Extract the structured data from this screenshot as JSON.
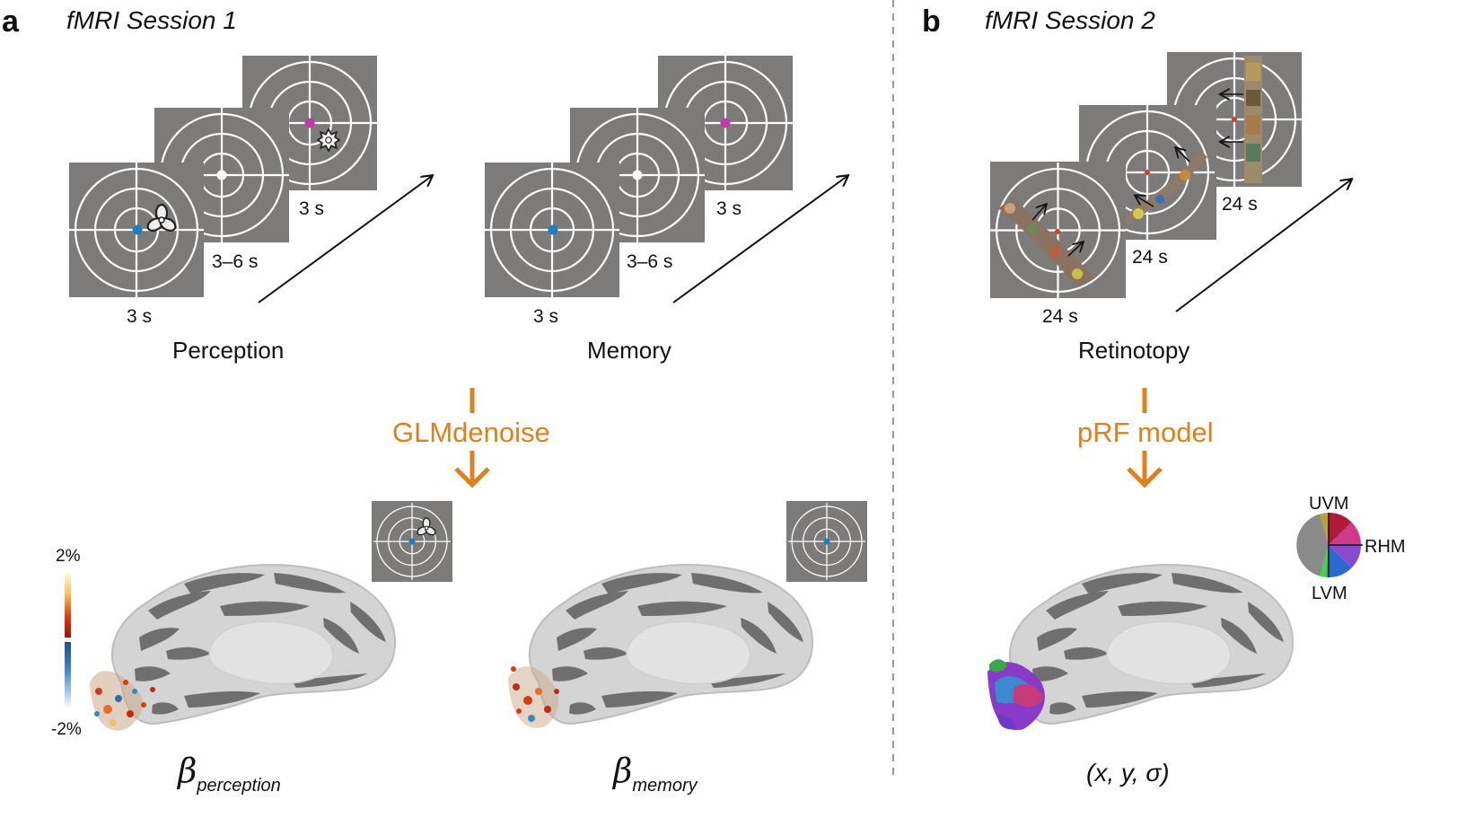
{
  "panel_a": {
    "letter": "a",
    "session_title": "fMRI Session 1",
    "perception": {
      "task_label": "Perception",
      "durations": [
        "3 s",
        "3–6 s",
        "3 s"
      ]
    },
    "memory": {
      "task_label": "Memory",
      "durations": [
        "3 s",
        "3–6 s",
        "3 s"
      ]
    },
    "method_label": "GLMdenoise",
    "colorbar": {
      "max_label": "2%",
      "min_label": "-2%"
    },
    "outputs": {
      "perception_symbol": "β",
      "perception_subscript": "perception",
      "memory_symbol": "β",
      "memory_subscript": "memory"
    }
  },
  "panel_b": {
    "letter": "b",
    "session_title": "fMRI Session 2",
    "retinotopy": {
      "task_label": "Retinotopy",
      "durations": [
        "24 s",
        "24 s",
        "24 s"
      ]
    },
    "method_label": "pRF model",
    "color_wheel": {
      "top": "UVM",
      "right": "RHM",
      "bottom": "LVM"
    },
    "output_label": "(x, y, σ)"
  },
  "colors": {
    "accent_orange": "#e07f1b",
    "stimulus_gray": "#7c7b7a",
    "fixation_blue": "#1e7fbf",
    "fixation_magenta": "#c23aa8",
    "fixation_red": "#e03a1e"
  },
  "icons": [
    "trefoil-stimulus-icon",
    "star-stimulus-icon",
    "arrow-down-icon"
  ]
}
